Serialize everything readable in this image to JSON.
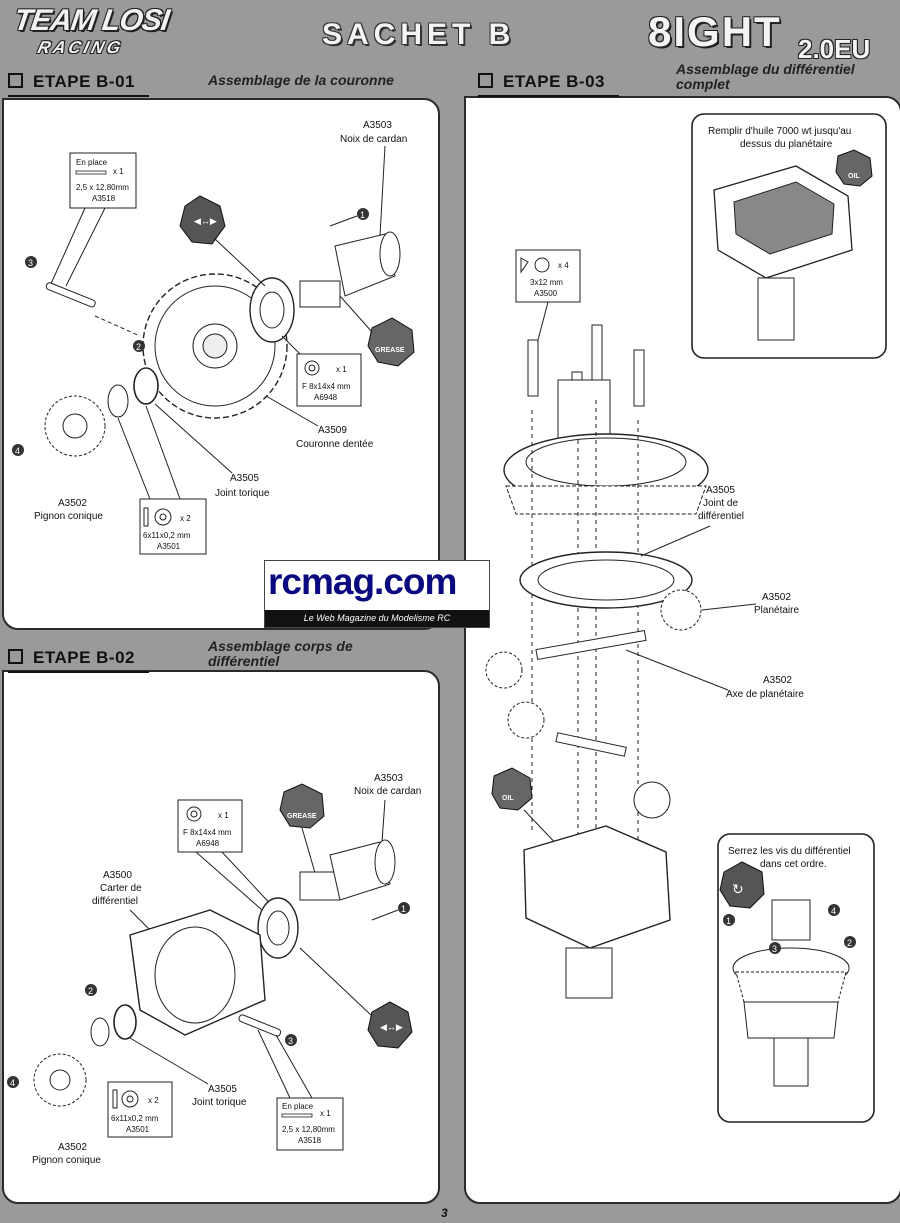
{
  "header": {
    "brand_top": "TEAM LOSI",
    "brand_bottom": "RACING",
    "title": "SACHET B",
    "model": "8IGHT",
    "model_suffix": "2.0EU"
  },
  "steps": {
    "b01": {
      "label": "ETAPE B-01",
      "subtitle": "Assemblage de la couronne",
      "parts": {
        "pin_note": "En place",
        "pin_qty": "x 1",
        "pin_size": "2,5 x 12,80mm",
        "pin_ref": "A3518",
        "nut_ref": "A3503",
        "nut_name": "Noix de cardan",
        "bearing_qty": "x 1",
        "bearing_size": "F 8x14x4 mm",
        "bearing_ref": "A6948",
        "crown_ref": "A3509",
        "crown_name": "Couronne dentée",
        "oring_ref": "A3505",
        "oring_name": "Joint torique",
        "pinion_ref": "A3502",
        "pinion_name": "Pignon conique",
        "washer_qty": "x 2",
        "washer_size": "6x11x0,2 mm",
        "washer_ref": "A3501",
        "grease": "GREASE"
      },
      "numbers": [
        "1",
        "2",
        "3",
        "4"
      ]
    },
    "b02": {
      "label": "ETAPE B-02",
      "subtitle_line1": "Assemblage corps de",
      "subtitle_line2": "différentiel",
      "parts": {
        "nut_ref": "A3503",
        "nut_name": "Noix de cardan",
        "bearing_qty": "x 1",
        "bearing_size": "F 8x14x4 mm",
        "bearing_ref": "A6948",
        "case_ref": "A3500",
        "case_name_line1": "Carter de",
        "case_name_line2": "différentiel",
        "oring_ref": "A3505",
        "oring_name": "Joint torique",
        "pinion_ref": "A3502",
        "pinion_name": "Pignon conique",
        "washer_qty": "x 2",
        "washer_size": "6x11x0,2 mm",
        "washer_ref": "A3501",
        "pin_note": "En place",
        "pin_qty": "x 1",
        "pin_size": "2,5 x 12,80mm",
        "pin_ref": "A3518",
        "grease": "GREASE"
      },
      "numbers": [
        "1",
        "2",
        "3",
        "4"
      ]
    },
    "b03": {
      "label": "ETAPE B-03",
      "subtitle_line1": "Assemblage du différentiel",
      "subtitle_line2": "complet",
      "oil_note_line1": "Remplir d'huile 7000 wt jusqu'au",
      "oil_note_line2": "dessus du planétaire",
      "oil": "OIL",
      "screw_qty": "x 4",
      "screw_size": "3x12 mm",
      "screw_ref": "A3500",
      "joint_ref": "A3505",
      "joint_name_line1": "Joint de",
      "joint_name_line2": "différentiel",
      "planet_ref": "A3502",
      "planet_name": "Planétaire",
      "axle_ref": "A3502",
      "axle_name": "Axe de planétaire",
      "tighten_line1": "Serrez les vis du différentiel",
      "tighten_line2": "dans cet ordre.",
      "order": [
        "1",
        "2",
        "3",
        "4"
      ]
    }
  },
  "watermark": {
    "name": "rcmag.com",
    "tagline": "Le Web Magazine du Modelisme RC"
  },
  "page_number": "3",
  "colors": {
    "page_bg": "#9a9a9a",
    "panel_bg": "#ffffff",
    "ink": "#111111",
    "badge_blue": "#0a0a80"
  }
}
